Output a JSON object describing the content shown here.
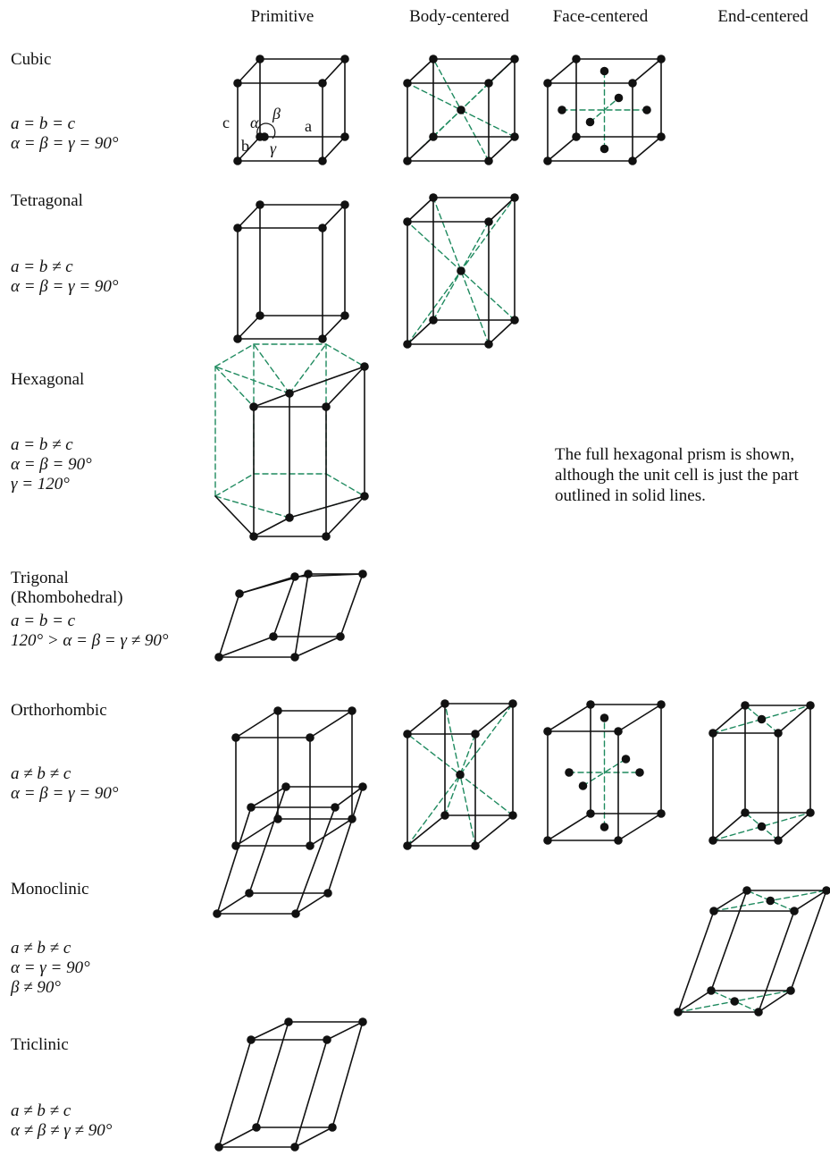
{
  "columns": [
    "Primitive",
    "Body-centered",
    "Face-centered",
    "End-centered"
  ],
  "systems": [
    {
      "name": "Cubic",
      "equations": [
        "a = b = c",
        "α = β = γ = 90°"
      ]
    },
    {
      "name": "Tetragonal",
      "equations": [
        "a = b ≠ c",
        "α = β = γ  = 90°"
      ]
    },
    {
      "name": "Hexagonal",
      "equations": [
        "a = b ≠ c",
        "α = β = 90°",
        "γ  = 120°"
      ]
    },
    {
      "name": "Trigonal",
      "name2": "(Rhombohedral)",
      "equations": [
        "a = b = c",
        "120° > α = β = γ ≠ 90°"
      ]
    },
    {
      "name": "Orthorhombic",
      "equations": [
        "a ≠ b ≠ c",
        "α = β = γ = 90°"
      ]
    },
    {
      "name": "Monoclinic",
      "equations": [
        "a ≠ b ≠ c",
        "α = γ = 90°",
        "β ≠ 90°"
      ]
    },
    {
      "name": "Triclinic",
      "equations": [
        "a ≠ b ≠ c",
        "α ≠ β ≠ γ ≠ 90°"
      ]
    }
  ],
  "note": [
    "The full hexagonal prism is shown,",
    "although the unit cell is just the part",
    "outlined in solid lines."
  ],
  "cubic_labels": {
    "a": "a",
    "b": "b",
    "c": "c",
    "alpha": "α",
    "beta": "β",
    "gamma": "γ"
  },
  "colors": {
    "edge": "#111111",
    "dashed": "#1f8a5f",
    "atom": "#111111"
  }
}
